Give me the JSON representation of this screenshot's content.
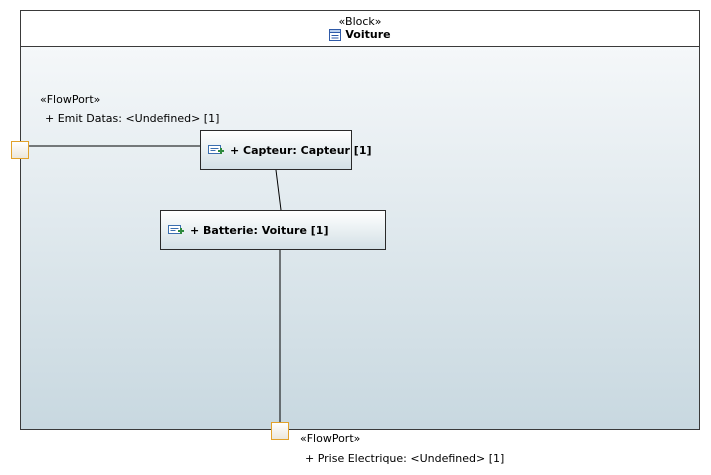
{
  "block": {
    "stereotype": "«Block»",
    "name": "Voiture",
    "icon": "block-icon"
  },
  "parts": [
    {
      "label": "+ Capteur: Capteur [1]",
      "icon": "part-property-icon"
    },
    {
      "label": "+ Batterie: Voiture [1]",
      "icon": "part-property-icon"
    }
  ],
  "ports": [
    {
      "stereotype": "«FlowPort»",
      "label": "+ Emit Datas: <Undefined> [1]"
    },
    {
      "stereotype": "«FlowPort»",
      "label": "+ Prise Electrique: <Undefined> [1]"
    }
  ],
  "colors": {
    "port_border": "#e2a129",
    "line": "#000000",
    "part_icon_accent": "#2e8b3d",
    "block_icon_accent": "#2f5aa8"
  }
}
